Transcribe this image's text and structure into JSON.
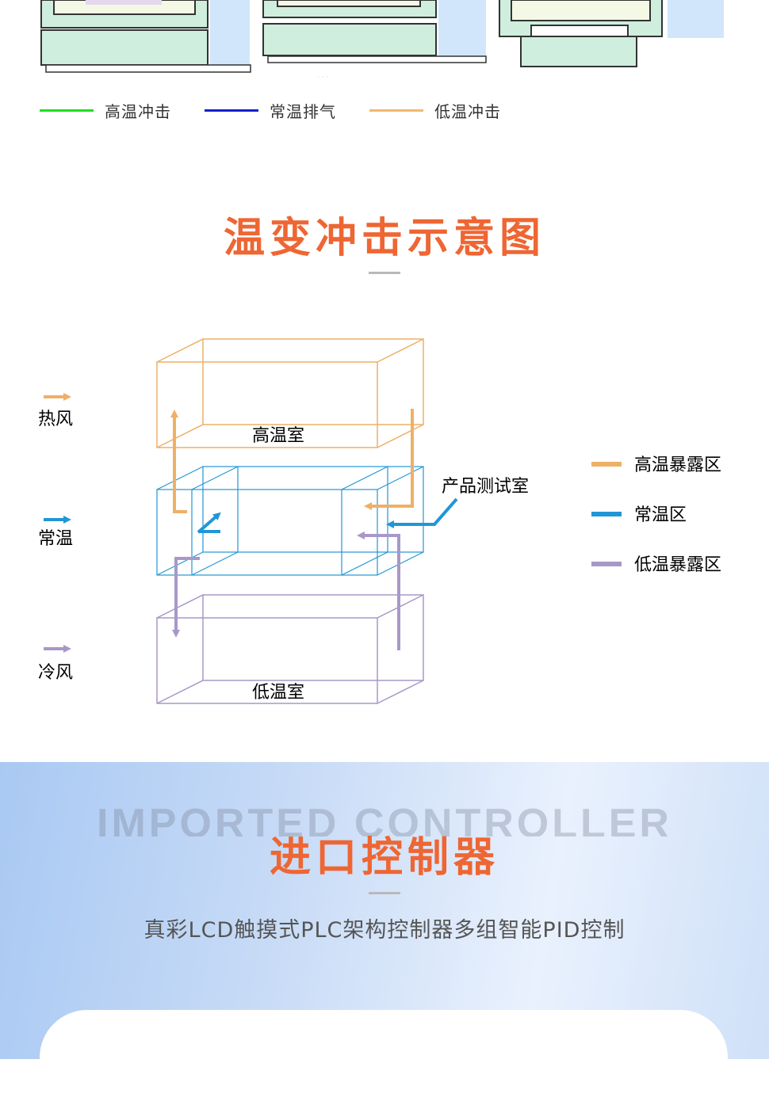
{
  "top_legend": [
    {
      "label": "高温冲击",
      "color": "#22dd22"
    },
    {
      "label": "常温排气",
      "color": "#1020cc"
    },
    {
      "label": "低温冲击",
      "color": "#f2b870"
    }
  ],
  "shock_section": {
    "title": "温变冲击示意图",
    "title_color": "#ee6633",
    "airflow_legend": [
      {
        "label": "热风",
        "color": "#eeb066"
      },
      {
        "label": "常温",
        "color": "#2196d6"
      },
      {
        "label": "冷风",
        "color": "#a898c8"
      }
    ],
    "chambers": {
      "high": "高温室",
      "test": "产品测试室",
      "low": "低温室"
    },
    "zone_legend": [
      {
        "label": "高温暴露区",
        "color": "#eeb066"
      },
      {
        "label": "常温区",
        "color": "#2196d6"
      },
      {
        "label": "低温暴露区",
        "color": "#a898c8"
      }
    ]
  },
  "controller_section": {
    "watermark": "IMPORTED CONTROLLER",
    "title": "进口控制器",
    "title_color": "#ee6633",
    "subtitle": "真彩LCD触摸式PLC架构控制器多组智能PID控制"
  }
}
